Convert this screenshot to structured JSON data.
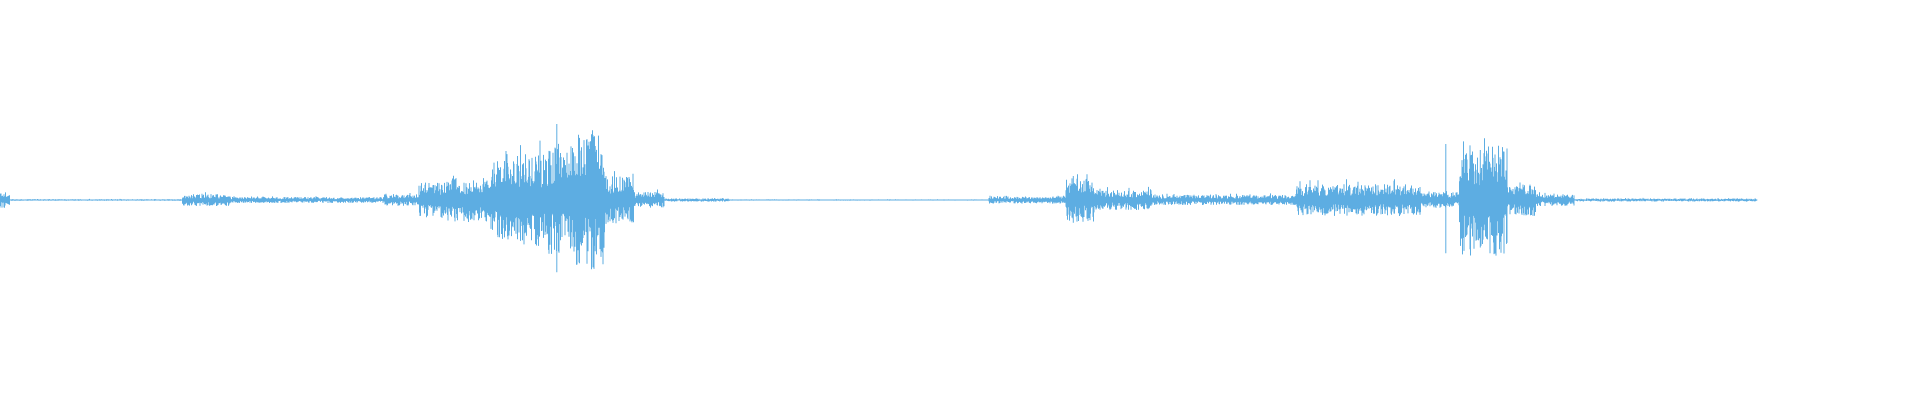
{
  "waveform": {
    "color": "#5dade2",
    "background": "#ffffff",
    "clip_end_fraction": 0.915,
    "segments": [
      {
        "start": 0.0,
        "end": 0.003,
        "amp": 0.04
      },
      {
        "start": 0.003,
        "end": 0.095,
        "amp": 0.004
      },
      {
        "start": 0.095,
        "end": 0.12,
        "amp": 0.03
      },
      {
        "start": 0.12,
        "end": 0.2,
        "amp": 0.015
      },
      {
        "start": 0.2,
        "end": 0.218,
        "amp": 0.03
      },
      {
        "start": 0.218,
        "end": 0.232,
        "amp": 0.09
      },
      {
        "start": 0.232,
        "end": 0.255,
        "amp": 0.11
      },
      {
        "start": 0.255,
        "end": 0.27,
        "amp": 0.2
      },
      {
        "start": 0.27,
        "end": 0.285,
        "amp": 0.23
      },
      {
        "start": 0.285,
        "end": 0.3,
        "amp": 0.27
      },
      {
        "start": 0.3,
        "end": 0.315,
        "amp": 0.35
      },
      {
        "start": 0.315,
        "end": 0.33,
        "amp": 0.12
      },
      {
        "start": 0.33,
        "end": 0.346,
        "amp": 0.04
      },
      {
        "start": 0.346,
        "end": 0.38,
        "amp": 0.008
      },
      {
        "start": 0.38,
        "end": 0.515,
        "amp": 0.003
      },
      {
        "start": 0.515,
        "end": 0.555,
        "amp": 0.018
      },
      {
        "start": 0.555,
        "end": 0.57,
        "amp": 0.11
      },
      {
        "start": 0.57,
        "end": 0.6,
        "amp": 0.05
      },
      {
        "start": 0.6,
        "end": 0.675,
        "amp": 0.025
      },
      {
        "start": 0.675,
        "end": 0.74,
        "amp": 0.08
      },
      {
        "start": 0.74,
        "end": 0.76,
        "amp": 0.04
      },
      {
        "start": 0.76,
        "end": 0.785,
        "amp": 0.28
      },
      {
        "start": 0.785,
        "end": 0.8,
        "amp": 0.08
      },
      {
        "start": 0.8,
        "end": 0.82,
        "amp": 0.03
      },
      {
        "start": 0.82,
        "end": 0.915,
        "amp": 0.008
      }
    ],
    "peaks": [
      {
        "pos": 0.29,
        "amp": 0.38
      },
      {
        "pos": 0.31,
        "amp": 0.27
      },
      {
        "pos": 0.753,
        "amp": 0.28
      },
      {
        "pos": 0.771,
        "amp": 0.25
      },
      {
        "pos": 0.559,
        "amp": 0.12
      }
    ]
  }
}
